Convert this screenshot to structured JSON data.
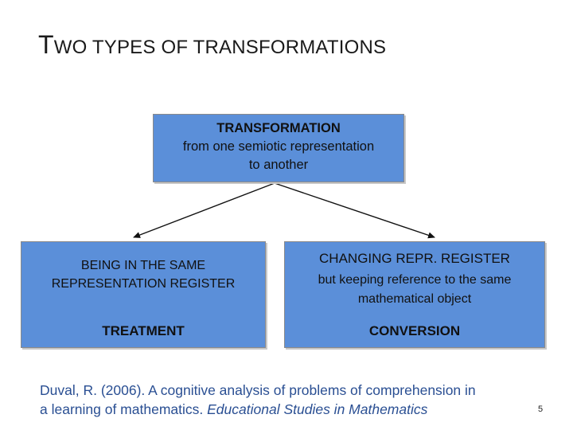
{
  "slide": {
    "title_first_letter": "T",
    "title_rest": "WO TYPES OF TRANSFORMATIONS",
    "page_number": "5"
  },
  "top_box": {
    "line1": "TRANSFORMATION",
    "line2": "from one semiotic representation",
    "line3": "to another"
  },
  "left_box": {
    "line1": "BEING IN THE SAME",
    "line2": "REPRESENTATION REGISTER",
    "name": "TREATMENT"
  },
  "right_box": {
    "line1": "CHANGING REPR. REGISTER",
    "line2": "but keeping reference to the same",
    "line3": "mathematical object",
    "name": "CONVERSION"
  },
  "citation": {
    "text": "Duval, R. (2006). A cognitive analysis of problems of comprehension in a learning of mathematics.",
    "journal": "Educational Studies in Mathematics"
  },
  "colors": {
    "box_fill": "#5b8fd9",
    "citation": "#2a4f93"
  }
}
